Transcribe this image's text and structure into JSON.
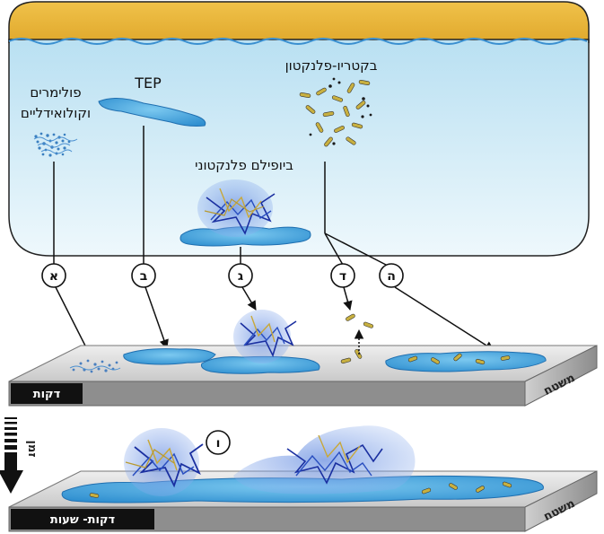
{
  "water_labels": {
    "polymers_line1": "פולימרים",
    "polymers_line2": "וקולואידליים",
    "tep": "TEP",
    "bacterio": "בקטריו-פלנקטון",
    "biofilm": "ביופילם פלנקטוני"
  },
  "circles": {
    "a": "א",
    "b": "ב",
    "g": "ג",
    "d": "ד",
    "h": "ה",
    "v": "ו"
  },
  "surface": {
    "label_top": "משטח",
    "label_bottom": "משטח",
    "time_minutes": "דקות",
    "time_minutes_hours": "דקות- שעות"
  },
  "time_axis": {
    "label": "זמן"
  },
  "colors": {
    "sand": "#e8b43a",
    "water_top": "#bfe3f3",
    "water_bottom": "#eaf6fb",
    "blob": "#3aa0dc",
    "bacteria": "#b8a23a",
    "surface_top": "#d8d8d8",
    "surface_side": "#9a9a9a"
  }
}
